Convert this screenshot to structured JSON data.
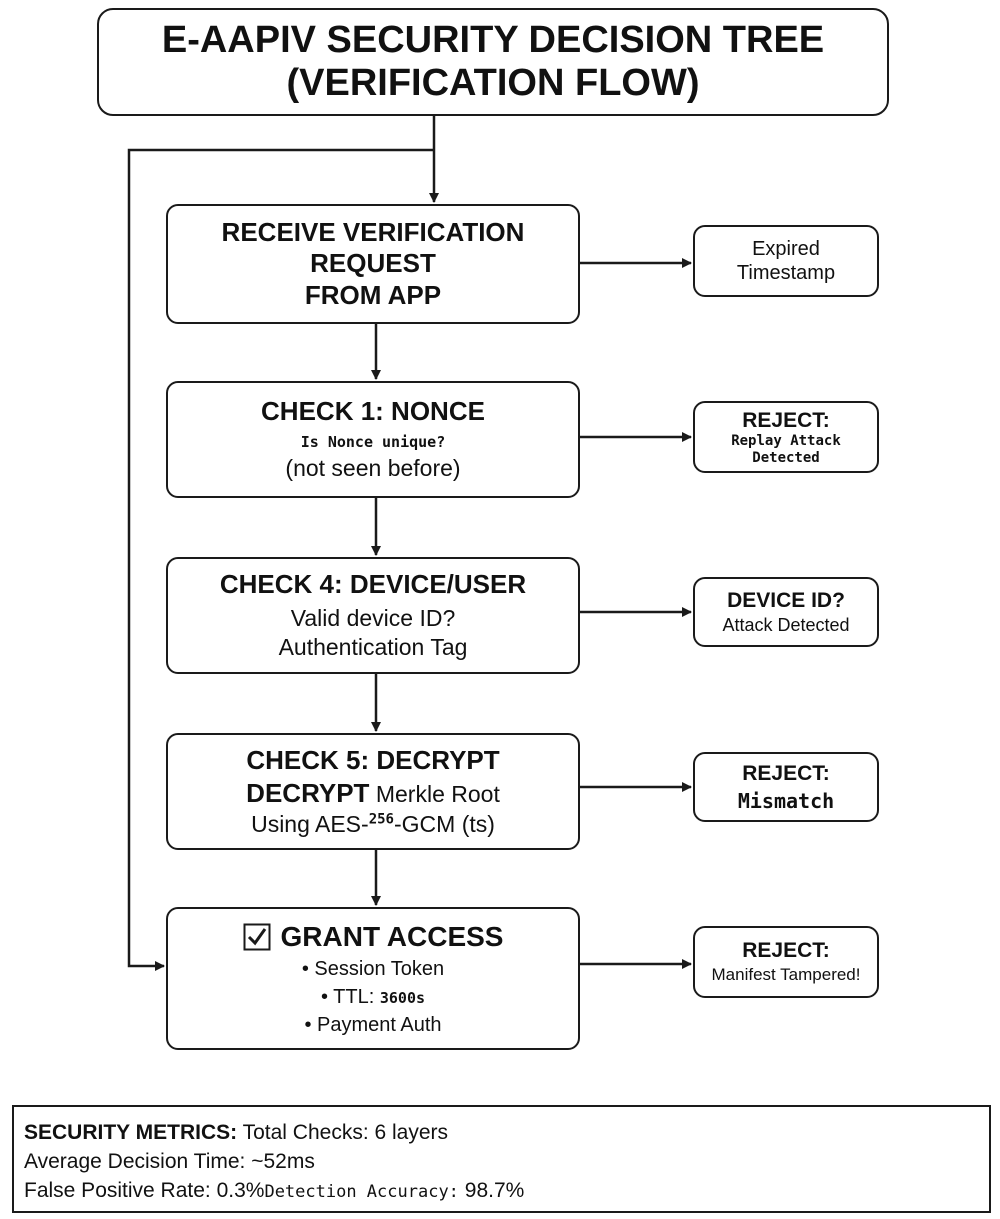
{
  "title": {
    "line1": "E-AAPIV SECURITY DECISION TREE",
    "line2": "(VERIFICATION FLOW)"
  },
  "steps": {
    "receive": {
      "line1": "RECEIVE VERIFICATION",
      "line2": "REQUEST",
      "line3": "FROM APP"
    },
    "nonce": {
      "heading": "CHECK 1: NONCE",
      "question": "Is Nonce unique?",
      "note": "(not seen before)"
    },
    "device": {
      "heading": "CHECK 4: DEVICE/USER",
      "line1": "Valid device ID?",
      "line2": "Authentication Tag"
    },
    "decrypt": {
      "heading": "CHECK 5: DECRYPT",
      "line1_bold": "DECRYPT",
      "line1_rest": "Merkle Root",
      "line2_pre": "Using AES-",
      "line2_sup": "256",
      "line2_post": "-GCM (ts)"
    },
    "grant": {
      "check_icon": "checkbox-check-icon",
      "heading": "GRANT ACCESS",
      "bullet1": "Session Token",
      "bullet2_label": "TTL:",
      "bullet2_value": "3600s",
      "bullet3": "Payment Auth"
    }
  },
  "outcomes": {
    "expired": {
      "line1": "Expired",
      "line2": "Timestamp"
    },
    "replay": {
      "heading": "REJECT:",
      "line1": "Replay Attack",
      "line2": "Detected"
    },
    "device": {
      "heading": "DEVICE ID?",
      "line1": "Attack Detected"
    },
    "mismatch": {
      "heading": "REJECT:",
      "line1": "Mismatch"
    },
    "manifest": {
      "heading": "REJECT:",
      "line1": "Manifest Tampered!"
    }
  },
  "metrics": {
    "label": "SECURITY METRICS:",
    "total_checks": "Total Checks: 6 layers",
    "avg_time": "Average Decision Time: ~52ms",
    "false_positive": "False Positive Rate: 0.3%",
    "accuracy_label": "Detection Accuracy:",
    "accuracy_value": "98.7%"
  },
  "colors": {
    "stroke": "#1a1a1a",
    "background": "#ffffff"
  }
}
